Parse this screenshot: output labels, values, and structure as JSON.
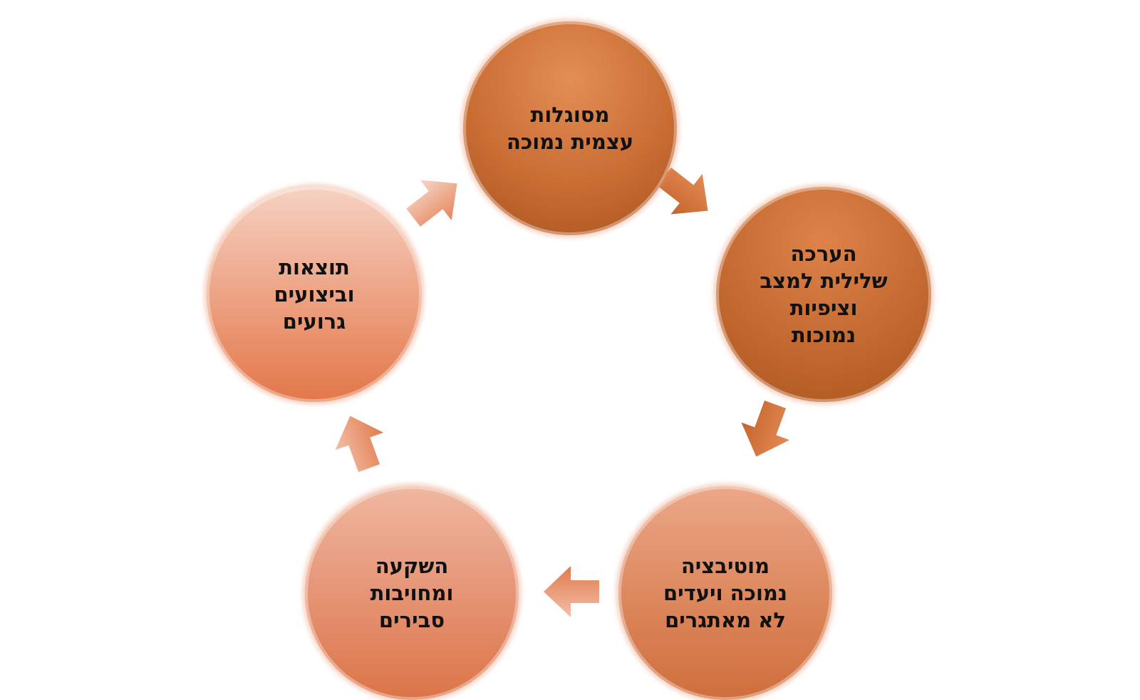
{
  "diagram": {
    "type": "cycle",
    "direction": "clockwise",
    "nodes": [
      {
        "id": "n1",
        "label": "מסוגלות\nעצמית נמוכה"
      },
      {
        "id": "n2",
        "label": "הערכה\nשלילית למצב\nוציפיות\nנמוכות"
      },
      {
        "id": "n3",
        "label": "מוטיבציה\nנמוכה ויעדים\nלא מאתגרים"
      },
      {
        "id": "n4",
        "label": "השקעה\nומחויבות\nסבירים"
      },
      {
        "id": "n5",
        "label": "תוצאות\nוביצועים\nגרועים"
      }
    ],
    "edges": [
      {
        "from": "n1",
        "to": "n2"
      },
      {
        "from": "n2",
        "to": "n3"
      },
      {
        "from": "n3",
        "to": "n4"
      },
      {
        "from": "n4",
        "to": "n5"
      },
      {
        "from": "n5",
        "to": "n1"
      }
    ],
    "colors": {
      "dark_orange": "#b85a24",
      "mid_orange": "#df8c63",
      "light_orange": "#eea88a",
      "text": "#111111"
    }
  }
}
